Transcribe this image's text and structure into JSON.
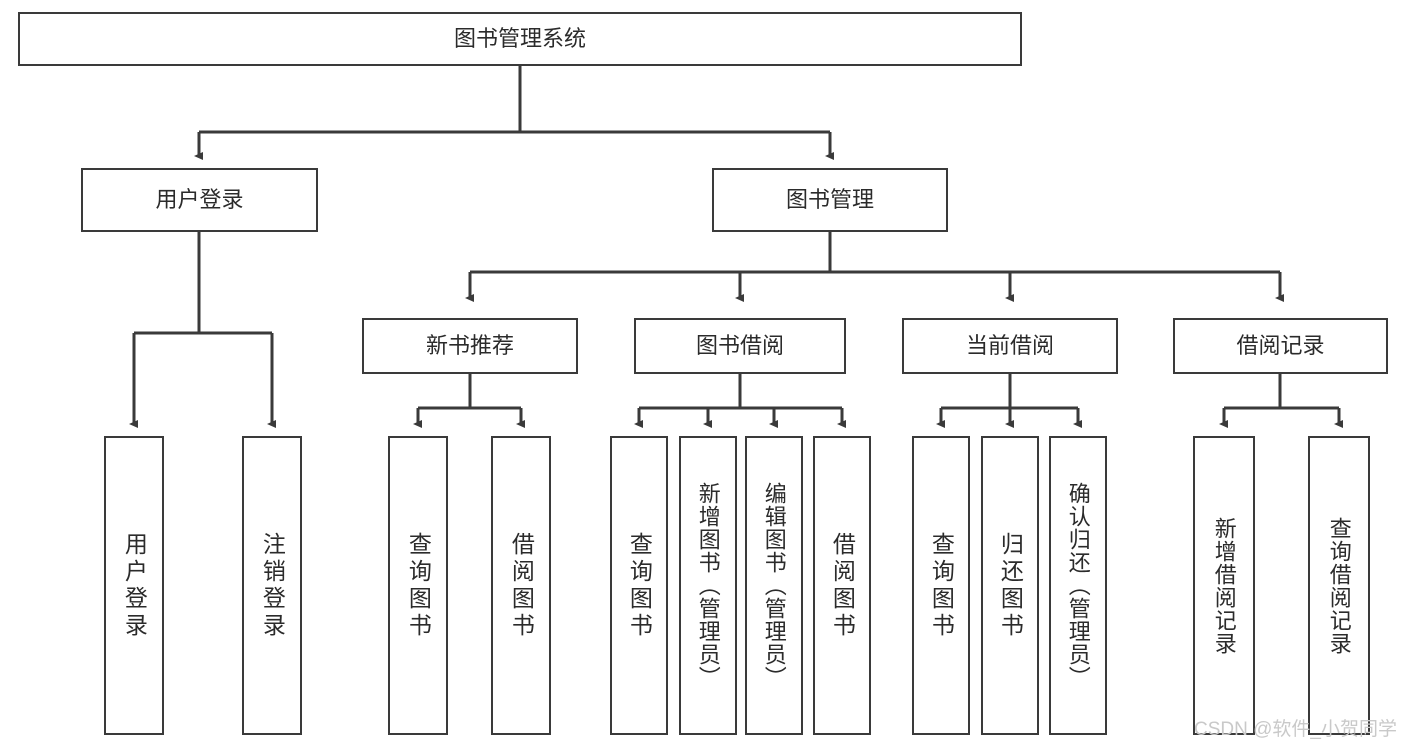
{
  "diagram": {
    "title": "图书管理系统",
    "type": "tree-hierarchy",
    "watermark": "CSDN @软件_小贺同学",
    "colors": {
      "background": "#ffffff",
      "border": "#3a3a3a",
      "text": "#2b2b2b",
      "edge": "#3a3a3a",
      "watermark": "#c9c9c9"
    },
    "root": {
      "label": "图书管理系统"
    },
    "level2": [
      {
        "label": "用户登录"
      },
      {
        "label": "图书管理"
      }
    ],
    "level3": [
      {
        "label": "新书推荐"
      },
      {
        "label": "图书借阅"
      },
      {
        "label": "当前借阅"
      },
      {
        "label": "借阅记录"
      }
    ],
    "leaves": {
      "user_login": [
        {
          "label": "用户登录"
        },
        {
          "label": "注销登录"
        }
      ],
      "new_book_recommend": [
        {
          "label": "查询图书"
        },
        {
          "label": "借阅图书"
        }
      ],
      "book_borrow": [
        {
          "label": "查询图书"
        },
        {
          "label": "新增图书（管理员）"
        },
        {
          "label": "编辑图书（管理员）"
        },
        {
          "label": "借阅图书"
        }
      ],
      "current_borrow": [
        {
          "label": "查询图书"
        },
        {
          "label": "归还图书"
        },
        {
          "label": "确认归还（管理员）"
        }
      ],
      "borrow_record": [
        {
          "label": "新增借阅记录"
        },
        {
          "label": "查询借阅记录"
        }
      ]
    }
  }
}
